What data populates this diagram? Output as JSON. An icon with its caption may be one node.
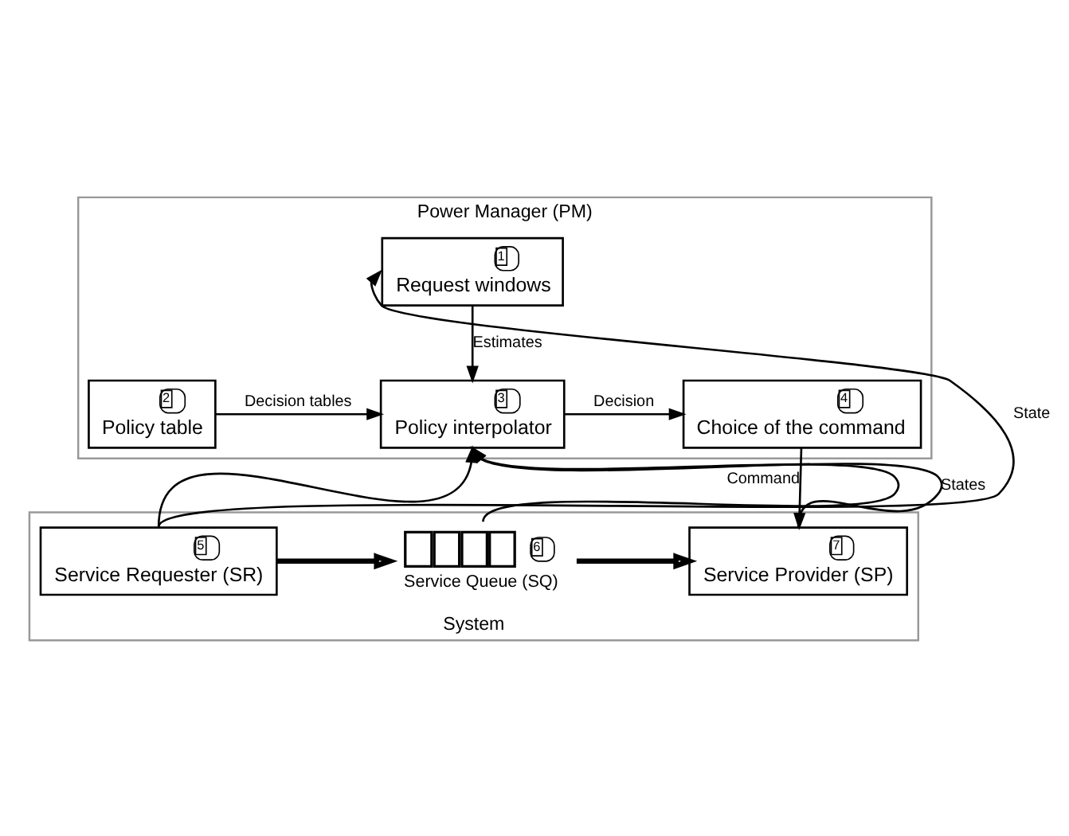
{
  "diagram": {
    "nodes": [
      {
        "text": [
          "Power Manager (PM)"
        ]
      },
      {
        "text": [
          "1",
          "Request windows"
        ],
        "in": 0
      },
      {
        "text": [
          "2",
          "Policy table"
        ],
        "in": 0
      },
      {
        "text": [
          "3",
          "Policy interpolator"
        ],
        "in": 0
      },
      {
        "text": [
          "4",
          "Choice of the command"
        ],
        "in": 0
      },
      {
        "text": [
          "System"
        ]
      },
      {
        "text": [
          "5",
          "Service Requester (SR)"
        ],
        "in": 5
      },
      {
        "text": [
          "6",
          "Service Queue (SQ)"
        ],
        "in": 5
      },
      {
        "text": [
          "7",
          "Service Provider (SP)"
        ],
        "in": 5
      }
    ],
    "edges": [
      {
        "from": 6,
        "to": 1,
        "arrow": "to",
        "label": "State"
      },
      {
        "from": 1,
        "to": 3,
        "arrow": "to",
        "label": "Estimates"
      },
      {
        "from": 2,
        "to": 3,
        "arrow": "to",
        "label": "Decision tables"
      },
      {
        "from": 3,
        "to": 4,
        "arrow": "to",
        "label": "Decision"
      },
      {
        "from": 6,
        "to": 3,
        "arrow": "to"
      },
      {
        "from": 7,
        "to": 3,
        "arrow": "to"
      },
      {
        "from": 8,
        "to": 3,
        "arrow": "to",
        "label": "States"
      },
      {
        "from": 4,
        "to": 8,
        "arrow": "to",
        "label": "Command"
      },
      {
        "from": 6,
        "to": 7,
        "arrow": "to",
        "style": "thick"
      },
      {
        "from": 7,
        "to": 8,
        "arrow": "to",
        "style": "thick"
      }
    ]
  }
}
